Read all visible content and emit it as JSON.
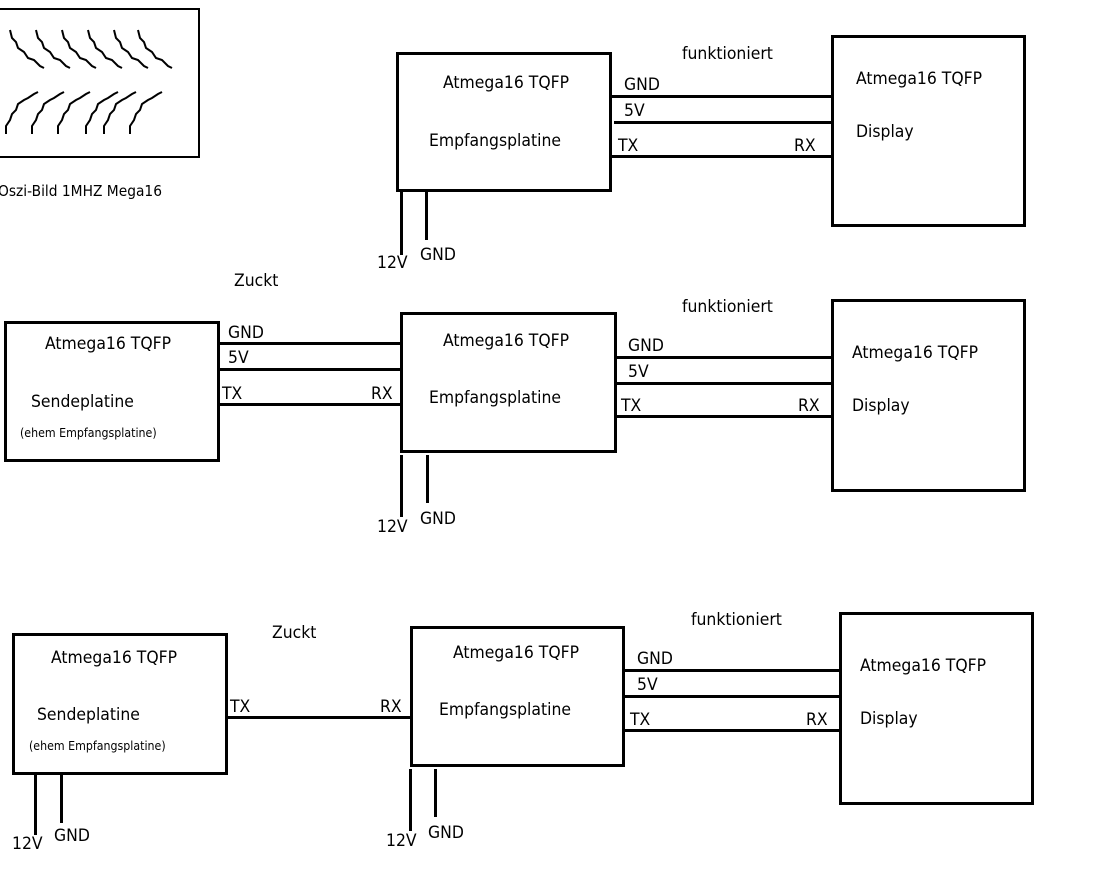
{
  "scope": {
    "caption": "Oszi-Bild 1MHZ Mega16"
  },
  "row1": {
    "status": "funktioniert",
    "receiver": {
      "chip": "Atmega16 TQFP",
      "name": "Empfangsplatine",
      "power": [
        "12V",
        "GND"
      ]
    },
    "display": {
      "chip": "Atmega16 TQFP",
      "name": "Display"
    },
    "wires": {
      "gnd": "GND",
      "v5": "5V",
      "tx": "TX",
      "rx": "RX"
    }
  },
  "row2": {
    "status_left": "Zuckt",
    "status_right": "funktioniert",
    "sender": {
      "chip": "Atmega16 TQFP",
      "name": "Sendeplatine",
      "note": "(ehem Empfangsplatine)"
    },
    "receiver": {
      "chip": "Atmega16 TQFP",
      "name": "Empfangsplatine",
      "power": [
        "12V",
        "GND"
      ]
    },
    "display": {
      "chip": "Atmega16 TQFP",
      "name": "Display"
    },
    "wires_left": {
      "gnd": "GND",
      "v5": "5V",
      "tx": "TX",
      "rx": "RX"
    },
    "wires_right": {
      "gnd": "GND",
      "v5": "5V",
      "tx": "TX",
      "rx": "RX"
    }
  },
  "row3": {
    "status_left": "Zuckt",
    "status_right": "funktioniert",
    "sender": {
      "chip": "Atmega16 TQFP",
      "name": "Sendeplatine",
      "note": "(ehem Empfangsplatine)",
      "power": [
        "12V",
        "GND"
      ]
    },
    "receiver": {
      "chip": "Atmega16 TQFP",
      "name": "Empfangsplatine",
      "power": [
        "12V",
        "GND"
      ]
    },
    "display": {
      "chip": "Atmega16 TQFP",
      "name": "Display"
    },
    "wires_left": {
      "tx": "TX",
      "rx": "RX"
    },
    "wires_right": {
      "gnd": "GND",
      "v5": "5V",
      "tx": "TX",
      "rx": "RX"
    }
  }
}
